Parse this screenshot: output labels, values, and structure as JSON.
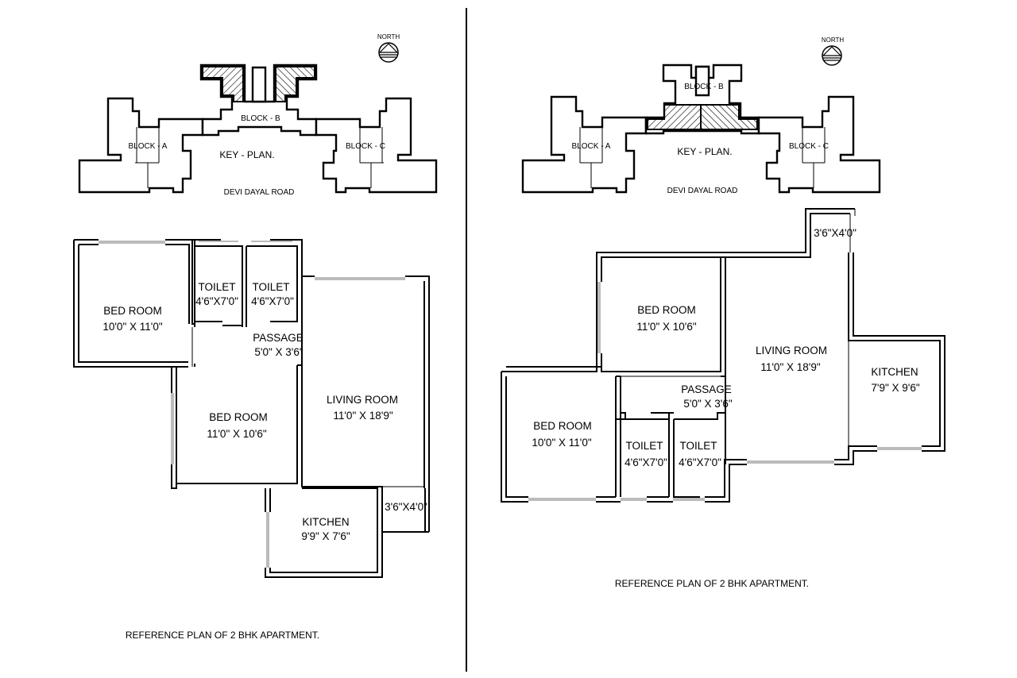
{
  "plans": [
    {
      "key_plan": {
        "north_label": "NORTH",
        "block_a": "BLOCK - A",
        "block_b": "BLOCK - B",
        "block_c": "BLOCK - C",
        "key_plan_label": "KEY - PLAN.",
        "road_label": "DEVI DAYAL ROAD"
      },
      "rooms": {
        "bedroom_1": {
          "name": "BED ROOM",
          "size": "10'0\" X 11'0\""
        },
        "toilet_1": {
          "name": "TOILET",
          "size": "4'6\"X7'0\""
        },
        "toilet_2": {
          "name": "TOILET",
          "size": "4'6\"X7'0\""
        },
        "passage": {
          "name": "PASSAGE",
          "size": "5'0\" X 3'6\""
        },
        "bedroom_2": {
          "name": "BED ROOM",
          "size": "11'0\" X 10'6\""
        },
        "living_room": {
          "name": "LIVING ROOM",
          "size": "11'0\" X 18'9\""
        },
        "kitchen": {
          "name": "KITCHEN",
          "size": "9'9\" X 7'6\""
        },
        "balcony": {
          "size": "3'6\"X4'0\""
        }
      },
      "caption": "REFERENCE PLAN OF 2 BHK APARTMENT."
    },
    {
      "key_plan": {
        "north_label": "NORTH",
        "block_a": "BLOCK - A",
        "block_b": "BLOCK - B",
        "block_c": "BLOCK - C",
        "key_plan_label": "KEY - PLAN.",
        "road_label": "DEVI DAYAL ROAD"
      },
      "rooms": {
        "balcony": {
          "size": "3'6\"X4'0\""
        },
        "bedroom_1": {
          "name": "BED ROOM",
          "size": "11'0\" X 10'6\""
        },
        "living_room": {
          "name": "LIVING ROOM",
          "size": "11'0\" X 18'9\""
        },
        "kitchen": {
          "name": "KITCHEN",
          "size": "7'9\" X 9'6\""
        },
        "passage": {
          "name": "PASSAGE",
          "size": "5'0\" X 3'6\""
        },
        "bedroom_2": {
          "name": "BED ROOM",
          "size": "10'0\" X 11'0\""
        },
        "toilet_1": {
          "name": "TOILET",
          "size": "4'6\"X7'0\""
        },
        "toilet_2": {
          "name": "TOILET",
          "size": "4'6\"X7'0\""
        }
      },
      "caption": "REFERENCE PLAN OF 2 BHK APARTMENT."
    }
  ]
}
